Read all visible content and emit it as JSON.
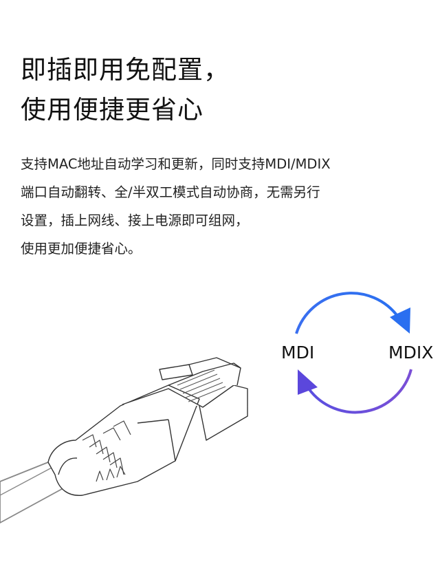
{
  "heading": {
    "line1": "即插即用免配置，",
    "line2": "使用便捷更省心"
  },
  "description": [
    "支持MAC地址自动学习和更新，同时支持MDI/MDIX",
    "端口自动翻转、全/半双工模式自动协商，无需另行",
    "设置，插上网线、接上电源即可组网，",
    "使用更加便捷省心。"
  ],
  "diagram": {
    "left_label": "MDI",
    "right_label": "MDIX",
    "colors": {
      "arrow_top": "#2f6cf0",
      "arrow_bottom": "#6a45d8"
    }
  }
}
